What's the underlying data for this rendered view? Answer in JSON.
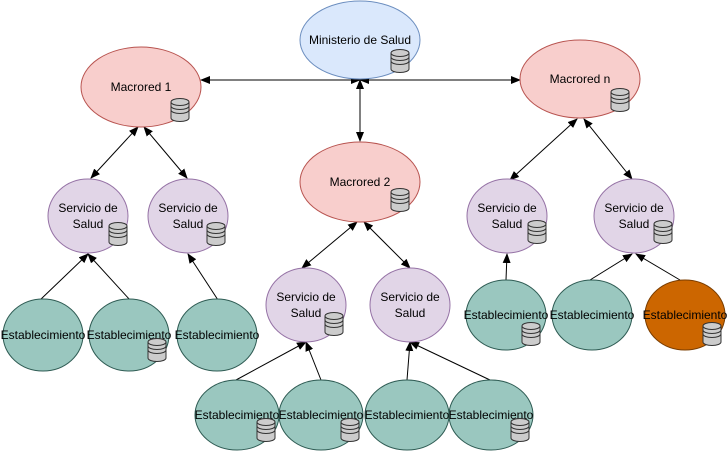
{
  "colors": {
    "ministry_fill": "#dae8fc",
    "ministry_stroke": "#6c8ebf",
    "macro_fill": "#f8cecc",
    "macro_stroke": "#b85450",
    "service_fill": "#e1d5e7",
    "service_stroke": "#9673a6",
    "estab_fill": "#9ac7bf",
    "estab_stroke": "#2f5c54",
    "estab_highlight_fill": "#cc6600",
    "estab_highlight_stroke": "#7a3d00",
    "db_icon_fill": "#cccccc",
    "db_icon_stroke": "#333333",
    "edge": "#000000"
  },
  "nodes": [
    {
      "id": "ministerio",
      "kind": "ministry",
      "lines": [
        "Ministerio de Salud"
      ],
      "db": true
    },
    {
      "id": "macrored-1",
      "kind": "macro",
      "lines": [
        "Macrored 1"
      ],
      "db": true
    },
    {
      "id": "macrored-2",
      "kind": "macro",
      "lines": [
        "Macrored 2"
      ],
      "db": true
    },
    {
      "id": "macrored-n",
      "kind": "macro",
      "lines": [
        "Macrored n"
      ],
      "db": true
    },
    {
      "id": "servicio-1a",
      "kind": "service",
      "lines": [
        "Servicio de",
        "Salud"
      ],
      "db": true
    },
    {
      "id": "servicio-1b",
      "kind": "service",
      "lines": [
        "Servicio de",
        "Salud"
      ],
      "db": true
    },
    {
      "id": "servicio-2a",
      "kind": "service",
      "lines": [
        "Servicio de",
        "Salud"
      ],
      "db": true
    },
    {
      "id": "servicio-2b",
      "kind": "service",
      "lines": [
        "Servicio de",
        "Salud"
      ],
      "db": false
    },
    {
      "id": "servicio-na",
      "kind": "service",
      "lines": [
        "Servicio de",
        "Salud"
      ],
      "db": true
    },
    {
      "id": "servicio-nb",
      "kind": "service",
      "lines": [
        "Servicio de",
        "Salud"
      ],
      "db": true
    },
    {
      "id": "estab-1a-1",
      "kind": "estab",
      "lines": [
        "Establecimiento"
      ],
      "db": false
    },
    {
      "id": "estab-1a-2",
      "kind": "estab",
      "lines": [
        "Establecimiento"
      ],
      "db": true
    },
    {
      "id": "estab-1b-1",
      "kind": "estab",
      "lines": [
        "Establecimiento"
      ],
      "db": false
    },
    {
      "id": "estab-2a-1",
      "kind": "estab",
      "lines": [
        "Establecimiento"
      ],
      "db": true
    },
    {
      "id": "estab-2a-2",
      "kind": "estab",
      "lines": [
        "Establecimiento"
      ],
      "db": true
    },
    {
      "id": "estab-2b-1",
      "kind": "estab",
      "lines": [
        "Establecimiento"
      ],
      "db": false
    },
    {
      "id": "estab-2b-2",
      "kind": "estab",
      "lines": [
        "Establecimiento"
      ],
      "db": true
    },
    {
      "id": "estab-na-1",
      "kind": "estab",
      "lines": [
        "Establecimiento"
      ],
      "db": true
    },
    {
      "id": "estab-nb-1",
      "kind": "estab",
      "lines": [
        "Establecimiento"
      ],
      "db": false
    },
    {
      "id": "estab-nb-2",
      "kind": "estab_highlight",
      "lines": [
        "Establecimiento"
      ],
      "db": true
    }
  ],
  "edges": [
    {
      "from": "ministerio",
      "to": "macrored-1",
      "arrow": "both"
    },
    {
      "from": "ministerio",
      "to": "macrored-2",
      "arrow": "both"
    },
    {
      "from": "ministerio",
      "to": "macrored-n",
      "arrow": "both"
    },
    {
      "from": "macrored-1",
      "to": "servicio-1a",
      "arrow": "both"
    },
    {
      "from": "macrored-1",
      "to": "servicio-1b",
      "arrow": "both"
    },
    {
      "from": "macrored-2",
      "to": "servicio-2a",
      "arrow": "both"
    },
    {
      "from": "macrored-2",
      "to": "servicio-2b",
      "arrow": "both"
    },
    {
      "from": "macrored-n",
      "to": "servicio-na",
      "arrow": "both"
    },
    {
      "from": "macrored-n",
      "to": "servicio-nb",
      "arrow": "both"
    },
    {
      "from": "estab-1a-1",
      "to": "servicio-1a",
      "arrow": "forward"
    },
    {
      "from": "estab-1a-2",
      "to": "servicio-1a",
      "arrow": "forward"
    },
    {
      "from": "estab-1b-1",
      "to": "servicio-1b",
      "arrow": "forward"
    },
    {
      "from": "estab-2a-1",
      "to": "servicio-2a",
      "arrow": "forward"
    },
    {
      "from": "estab-2a-2",
      "to": "servicio-2a",
      "arrow": "forward"
    },
    {
      "from": "estab-2b-1",
      "to": "servicio-2b",
      "arrow": "forward"
    },
    {
      "from": "estab-2b-2",
      "to": "servicio-2b",
      "arrow": "forward"
    },
    {
      "from": "estab-na-1",
      "to": "servicio-na",
      "arrow": "forward"
    },
    {
      "from": "estab-nb-1",
      "to": "servicio-nb",
      "arrow": "forward"
    },
    {
      "from": "estab-nb-2",
      "to": "servicio-nb",
      "arrow": "forward"
    }
  ]
}
